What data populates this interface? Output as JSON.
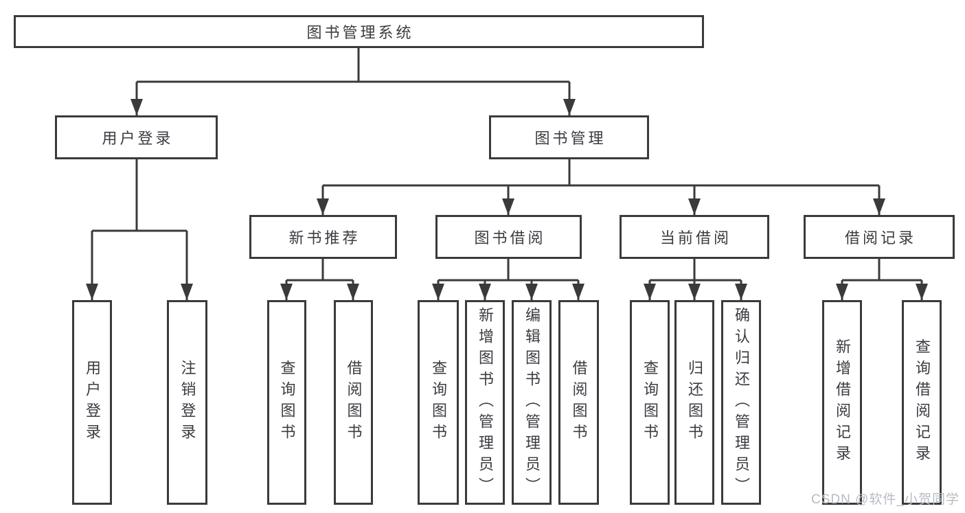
{
  "tree": {
    "label": "图书管理系统",
    "children": [
      {
        "label": "用户登录",
        "children": [
          {
            "label": "用户登录"
          },
          {
            "label": "注销登录"
          }
        ]
      },
      {
        "label": "图书管理",
        "children": [
          {
            "label": "新书推荐",
            "children": [
              {
                "label": "查询图书"
              },
              {
                "label": "借阅图书"
              }
            ]
          },
          {
            "label": "图书借阅",
            "children": [
              {
                "label": "查询图书"
              },
              {
                "label": "新增图书（管理员）"
              },
              {
                "label": "编辑图书（管理员）"
              },
              {
                "label": "借阅图书"
              }
            ]
          },
          {
            "label": "当前借阅",
            "children": [
              {
                "label": "查询图书"
              },
              {
                "label": "归还图书"
              },
              {
                "label": "确认归还（管理员）"
              }
            ]
          },
          {
            "label": "借阅记录",
            "children": [
              {
                "label": "新增借阅记录"
              },
              {
                "label": "查询借阅记录"
              }
            ]
          }
        ]
      }
    ]
  },
  "watermark": {
    "text": "CSDN @软件_小贺同学"
  },
  "colors": {
    "line": "#3a3a3a",
    "text": "#3b3b42",
    "watermark": "#b6bcc3",
    "background": "#ffffff"
  }
}
